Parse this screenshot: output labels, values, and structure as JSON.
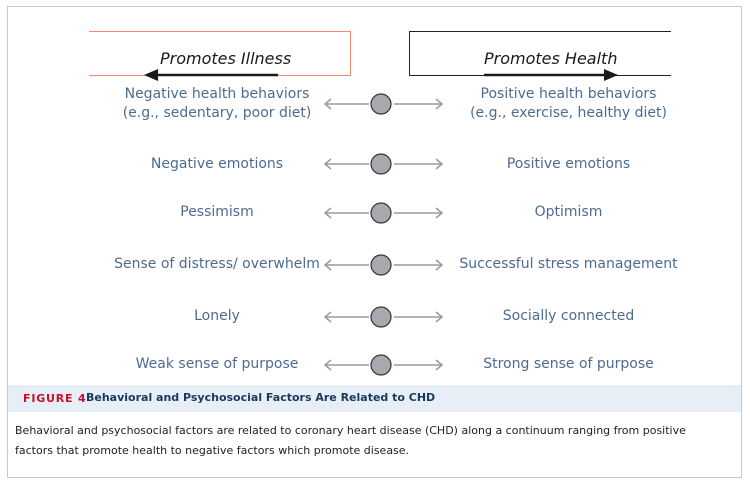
{
  "header": {
    "left_label": "Promotes Illness",
    "right_label": "Promotes Health",
    "left_color": "#f08a6e",
    "right_color": "#222222"
  },
  "rows": [
    {
      "left": "Negative health behaviors\n(e.g., sedentary, poor diet)",
      "right": "Positive health behaviors\n(e.g., exercise, healthy diet)"
    },
    {
      "left": "Negative emotions",
      "right": "Positive emotions"
    },
    {
      "left": "Pessimism",
      "right": "Optimism"
    },
    {
      "left": "Sense of distress/ overwhelm",
      "right": "Successful stress management"
    },
    {
      "left": "Lonely",
      "right": "Socially connected"
    },
    {
      "left": "Weak sense of purpose",
      "right": "Strong sense of purpose"
    }
  ],
  "caption": {
    "figure_number": "FIGURE 4",
    "title": "Behavioral and Psychosocial Factors Are Related to CHD",
    "text": "Behavioral and psychosocial factors are related to coronary heart disease (CHD) along a continuum ranging from positive factors that promote health to negative factors which promote disease."
  },
  "colors": {
    "label_text": "#4d6b91",
    "circle_fill": "#a7a9ae",
    "arrow": "#9a9a9a",
    "caption_band": "#e8eef6",
    "figure_number": "#c8102e"
  }
}
